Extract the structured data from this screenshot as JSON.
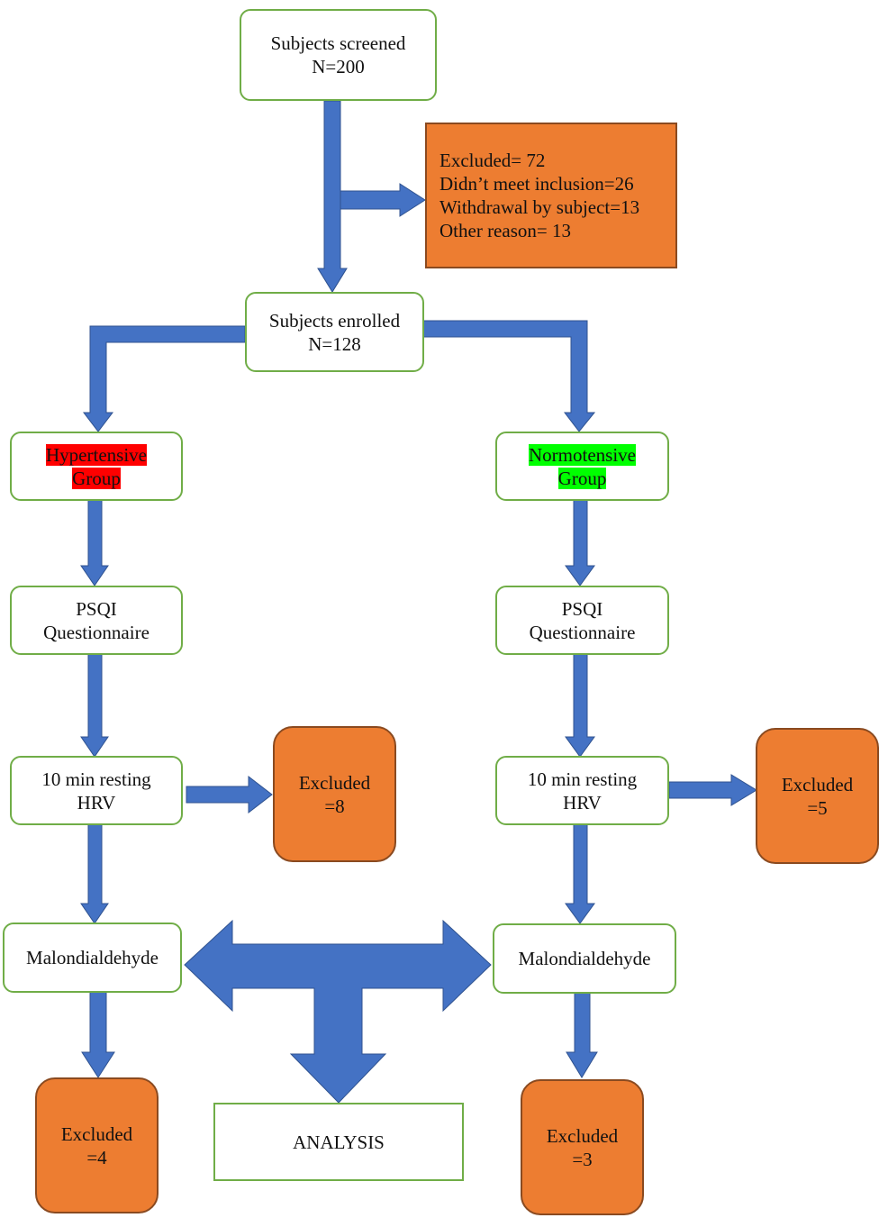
{
  "screened": {
    "line1": "Subjects screened",
    "line2": "N=200"
  },
  "excluded_main": {
    "line1": "Excluded= 72",
    "line2": "Didn’t meet inclusion=26",
    "line3": "Withdrawal by subject=13",
    "line4": "Other reason= 13"
  },
  "enrolled": {
    "line1": "Subjects enrolled",
    "line2": "N=128"
  },
  "hypertensive": {
    "line1": "Hypertensive",
    "line2": "Group"
  },
  "normotensive": {
    "line1": "Normotensive",
    "line2": "Group"
  },
  "psqi_left": {
    "line1": "PSQI",
    "line2": "Questionnaire"
  },
  "psqi_right": {
    "line1": "PSQI",
    "line2": "Questionnaire"
  },
  "hrv_left": {
    "line1": "10 min resting",
    "line2": "HRV"
  },
  "hrv_right": {
    "line1": "10 min resting",
    "line2": "HRV"
  },
  "excluded_hrv_left": {
    "line1": "Excluded",
    "line2": "=8"
  },
  "excluded_hrv_right": {
    "line1": "Excluded",
    "line2": "=5"
  },
  "mda_left": {
    "label": "Malondialdehyde"
  },
  "mda_right": {
    "label": "Malondialdehyde"
  },
  "excluded_mda_left": {
    "line1": "Excluded",
    "line2": "=4"
  },
  "excluded_mda_right": {
    "line1": "Excluded",
    "line2": "=3"
  },
  "analysis": {
    "label": "ANALYSIS"
  },
  "colors": {
    "arrow": "#4472c4",
    "box_border": "#70ad47",
    "excluded_fill": "#ed7d31",
    "hypertensive_highlight": "#ff0000",
    "normotensive_highlight": "#00ff00"
  }
}
